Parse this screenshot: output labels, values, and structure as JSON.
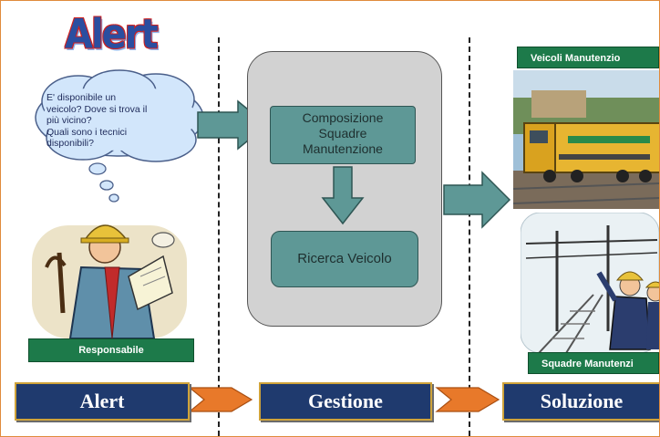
{
  "title": "Alert",
  "cloud": {
    "line1": "E' disponibile un",
    "line2": "veicolo? Dove si trova il",
    "line3": "più vicino?",
    "line4": "Quali sono i tecnici",
    "line5": "disponibili?"
  },
  "responsabile_label": "Responsabile",
  "process": {
    "box1_line1": "Composizione",
    "box1_line2": "Squadre",
    "box1_line3": "Manutenzione",
    "box2": "Ricerca Veicolo"
  },
  "results": {
    "veicoli_label": "Veicoli Manutenzio",
    "squadre_label": "Squadre Manutenzi"
  },
  "bottom": {
    "alert": "Alert",
    "gestione": "Gestione",
    "soluzione": "Soluzione"
  },
  "colors": {
    "teal": "#5e9896",
    "green": "#1d7a4a",
    "navy": "#1f3a6e",
    "orange": "#e8792a",
    "gray_panel": "#d2d2d2"
  }
}
